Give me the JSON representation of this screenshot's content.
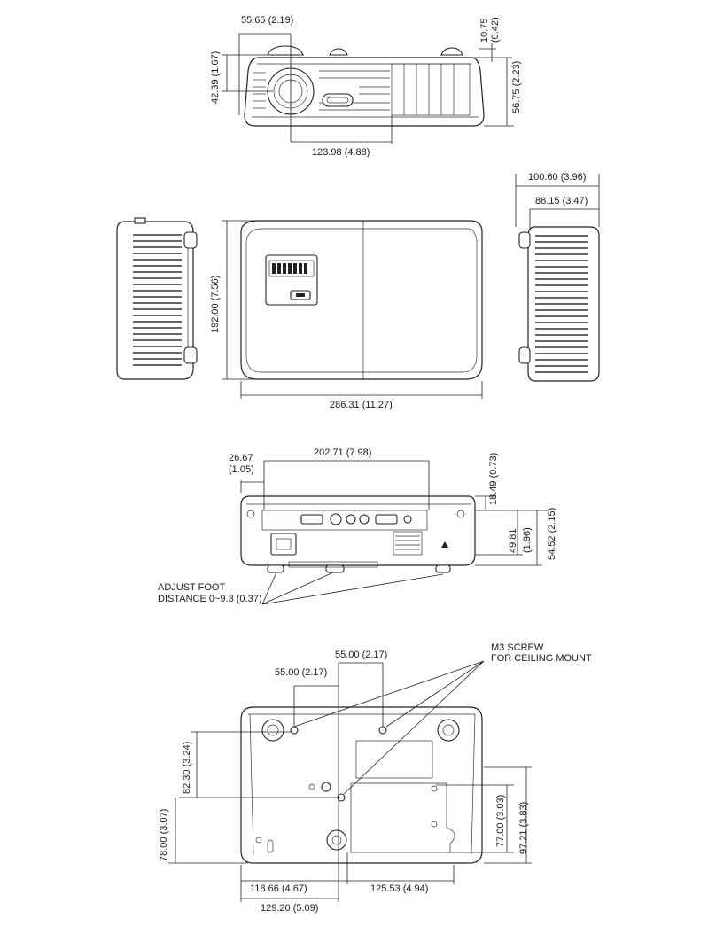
{
  "front_view": {
    "lens_offset": "55.65 (2.19)",
    "foot_height": "10.75\n(0.42)",
    "foot_height_line1": "10.75",
    "foot_height_line2": "(0.42)",
    "lens_height": "42.39 (1.67)",
    "body_height": "56.75 (2.23)",
    "lens_to_side": "123.98 (4.88)"
  },
  "top_view": {
    "depth": "192.00 (7.56)",
    "width": "286.31 (11.27)",
    "side_depth_total": "100.60 (3.96)",
    "side_depth_body": "88.15 (3.47)"
  },
  "rear_view": {
    "left_offset_line1": "26.67",
    "left_offset_line2": "(1.05)",
    "panel_width": "202.71 (7.98)",
    "top_gap": "18.49 (0.73)",
    "panel_height": "49.81\n(1.96)",
    "panel_height_line1": "49.81",
    "panel_height_line2": "(1.96)",
    "total_height": "54.52 (2.15)",
    "adjust_foot_line1": "ADJUST FOOT",
    "adjust_foot_line2": "DISTANCE 0~9.3 (0.37)"
  },
  "bottom_view": {
    "screw_label_line1": "M3 SCREW",
    "screw_label_line2": "FOR CEILING MOUNT",
    "screw_spacing_right": "55.00 (2.17)",
    "screw_spacing_left": "55.00 (2.17)",
    "upper_vertical": "82.30 (3.24)",
    "lower_vertical": "78.00 (3.07)",
    "right_vertical_inner": "77.00 (3.03)",
    "right_vertical_outer": "97.21 (3.83)",
    "bottom_left": "118.66 (4.67)",
    "bottom_right": "125.53 (4.94)",
    "bottom_total": "129.20 (5.09)"
  }
}
